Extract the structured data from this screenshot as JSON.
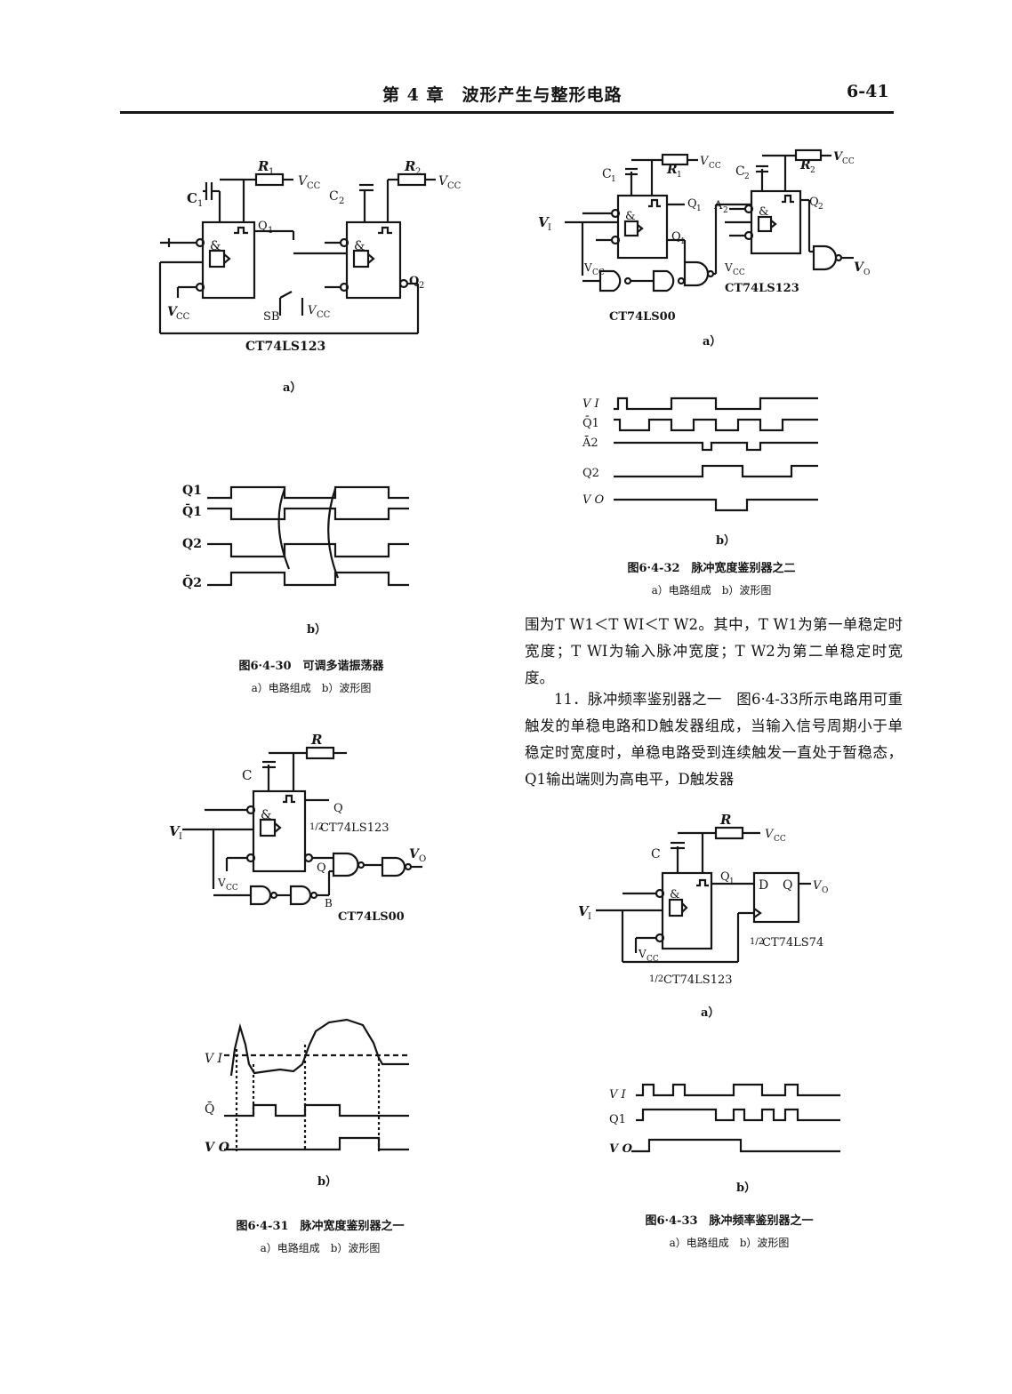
{
  "header": {
    "title": "第 4 章　波形产生与整形电路",
    "page_number": "6-41"
  },
  "fig30": {
    "caption": "图6·4-30　可调多谐振荡器",
    "subcaption": "a）电路组成　b）波形图",
    "label_a": "a）",
    "label_b": "b）",
    "circuit": {
      "r1": "R",
      "r1_sub": "1",
      "c1": "C",
      "c1_sub": "1",
      "r2": "R",
      "r2_sub": "2",
      "c2": "C",
      "c2_sub": "2",
      "vcc": "V",
      "vcc_sub": "CC",
      "q1": "Q",
      "q1_sub": "1",
      "q2bar": "Q",
      "q2bar_sub": "2",
      "sb": "SB",
      "chip": "CT74LS123",
      "amp": "&"
    },
    "waves": [
      "Q1",
      "Q̄1",
      "Q2",
      "Q̄2"
    ]
  },
  "fig31": {
    "caption": "图6·4-31　脉冲宽度鉴别器之一",
    "subcaption": "a）电路组成　b）波形图",
    "label_b": "b）",
    "circuit": {
      "r": "R",
      "c": "C",
      "q": "Q",
      "qbar": "Q",
      "vi": "V",
      "vi_sub": "I",
      "vo": "V",
      "vo_sub": "O",
      "chip1": "CT74LS123",
      "chip1_frac": "1/2",
      "chip2": "CT74LS00",
      "b": "B",
      "vcc": "V",
      "vcc_sub": "CC",
      "amp": "&"
    },
    "waves": [
      "V I",
      "Q̄",
      "V O"
    ]
  },
  "fig32": {
    "caption": "图6·4-32　脉冲宽度鉴别器之二",
    "subcaption": "a）电路组成　b）波形图",
    "label_a": "a）",
    "label_b": "b）",
    "circuit": {
      "r1": "R",
      "r1_sub": "1",
      "c1": "C",
      "c1_sub": "1",
      "r2": "R",
      "r2_sub": "2",
      "c2": "C",
      "c2_sub": "2",
      "vcc": "V",
      "vcc_sub": "CC",
      "q1": "Q",
      "q1_sub": "1",
      "q1bar": "Q",
      "q1bar_sub": "1",
      "q2": "Q",
      "q2_sub": "2",
      "a2": "A",
      "a2_sub": "2",
      "vi": "V",
      "vi_sub": "I",
      "vo": "V",
      "vo_sub": "O",
      "chip1": "CT74LS123",
      "chip2": "CT74LS00",
      "amp": "&"
    },
    "waves": [
      "V I",
      "Q̄1",
      "Ā2",
      "Q2",
      "V O"
    ]
  },
  "fig33": {
    "caption": "图6·4-33　脉冲频率鉴别器之一",
    "subcaption": "a）电路组成　b）波形图",
    "label_a": "a）",
    "label_b": "b）",
    "circuit": {
      "r": "R",
      "c": "C",
      "q1": "Q",
      "q1_sub": "1",
      "d": "D",
      "q": "Q",
      "vo": "V",
      "vo_sub": "O",
      "vi": "V",
      "vi_sub": "I",
      "vcc": "V",
      "vcc_sub": "CC",
      "chip1": "CT74LS74",
      "chip1_frac": "1/2",
      "chip2": "CT74LS123",
      "chip2_frac": "1/2",
      "amp": "&"
    },
    "waves": [
      "V I",
      "Q1",
      "V O"
    ]
  },
  "text": {
    "p1": "围为T W1＜T WI＜T W2。其中，T W1为第一单稳定时宽度；T WI为输入脉冲宽度；T W2为第二单稳定时宽度。",
    "p2": "11．脉冲频率鉴别器之一　图6·4-33所示电路用可重触发的单稳电路和D触发器组成，当输入信号周期小于单稳定时宽度时，单稳电路受到连续触发一直处于暂稳态，Q1输出端则为高电平，D触发器"
  }
}
